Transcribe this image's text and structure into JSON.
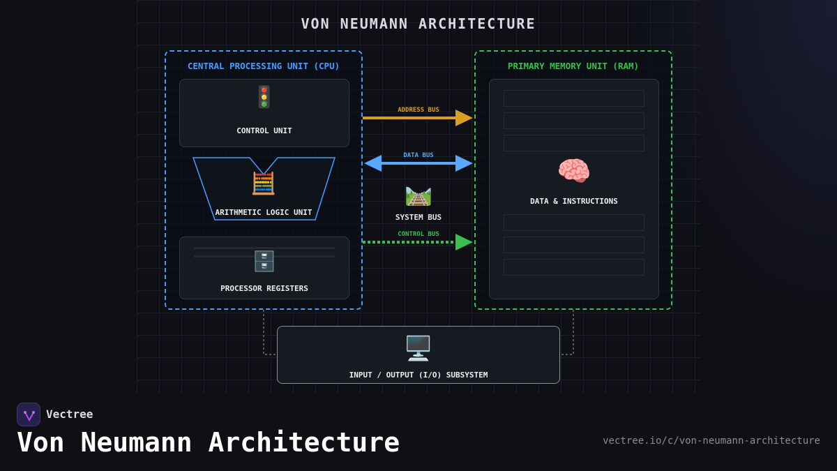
{
  "diagram_title": "VON NEUMANN ARCHITECTURE",
  "cpu": {
    "title": "CENTRAL PROCESSING UNIT (CPU)",
    "control_unit": "CONTROL UNIT",
    "alu": "ARITHMETIC LOGIC UNIT",
    "registers": "PROCESSOR REGISTERS"
  },
  "ram": {
    "title": "PRIMARY MEMORY UNIT (RAM)",
    "content": "DATA & INSTRUCTIONS"
  },
  "buses": {
    "address": "ADDRESS BUS",
    "data": "DATA BUS",
    "system": "SYSTEM BUS",
    "control": "CONTROL BUS"
  },
  "io": {
    "label": "INPUT / OUTPUT (I/O) SUBSYSTEM"
  },
  "footer": {
    "brand": "Vectree",
    "title": "Von Neumann Architecture",
    "url": "vectree.io/c/von-neumann-architecture"
  },
  "icons": {
    "control_unit": "🚦",
    "alu": "🧮",
    "registers": "🗄️",
    "memory": "🧠",
    "system_bus": "🛤️",
    "io": "🖥️"
  },
  "colors": {
    "cpu": "#4a9cff",
    "ram": "#3bbf4e",
    "address": "#d89e26",
    "data": "#5aa8ff",
    "control": "#3bbf4e"
  }
}
